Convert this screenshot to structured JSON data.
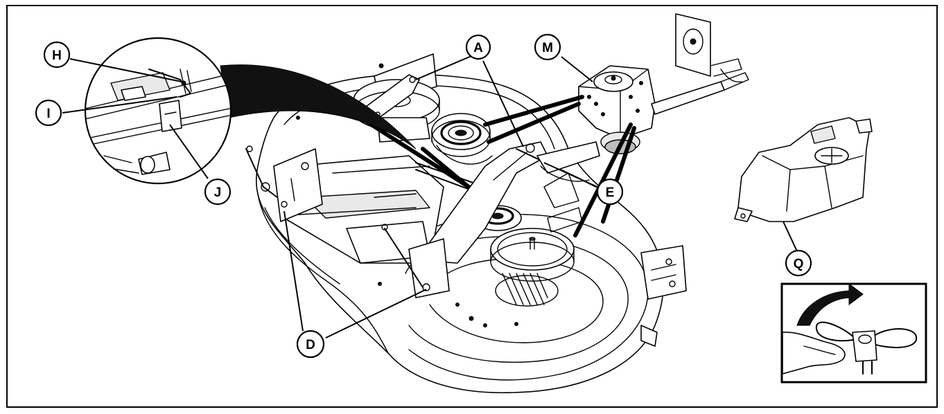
{
  "callouts": {
    "A": "A",
    "M": "M",
    "H": "H",
    "I": "I",
    "J": "J",
    "E": "E",
    "D": "D",
    "Q": "Q"
  },
  "colors": {
    "line": "#000000",
    "background": "#ffffff",
    "shade": "#e9e9e9"
  }
}
